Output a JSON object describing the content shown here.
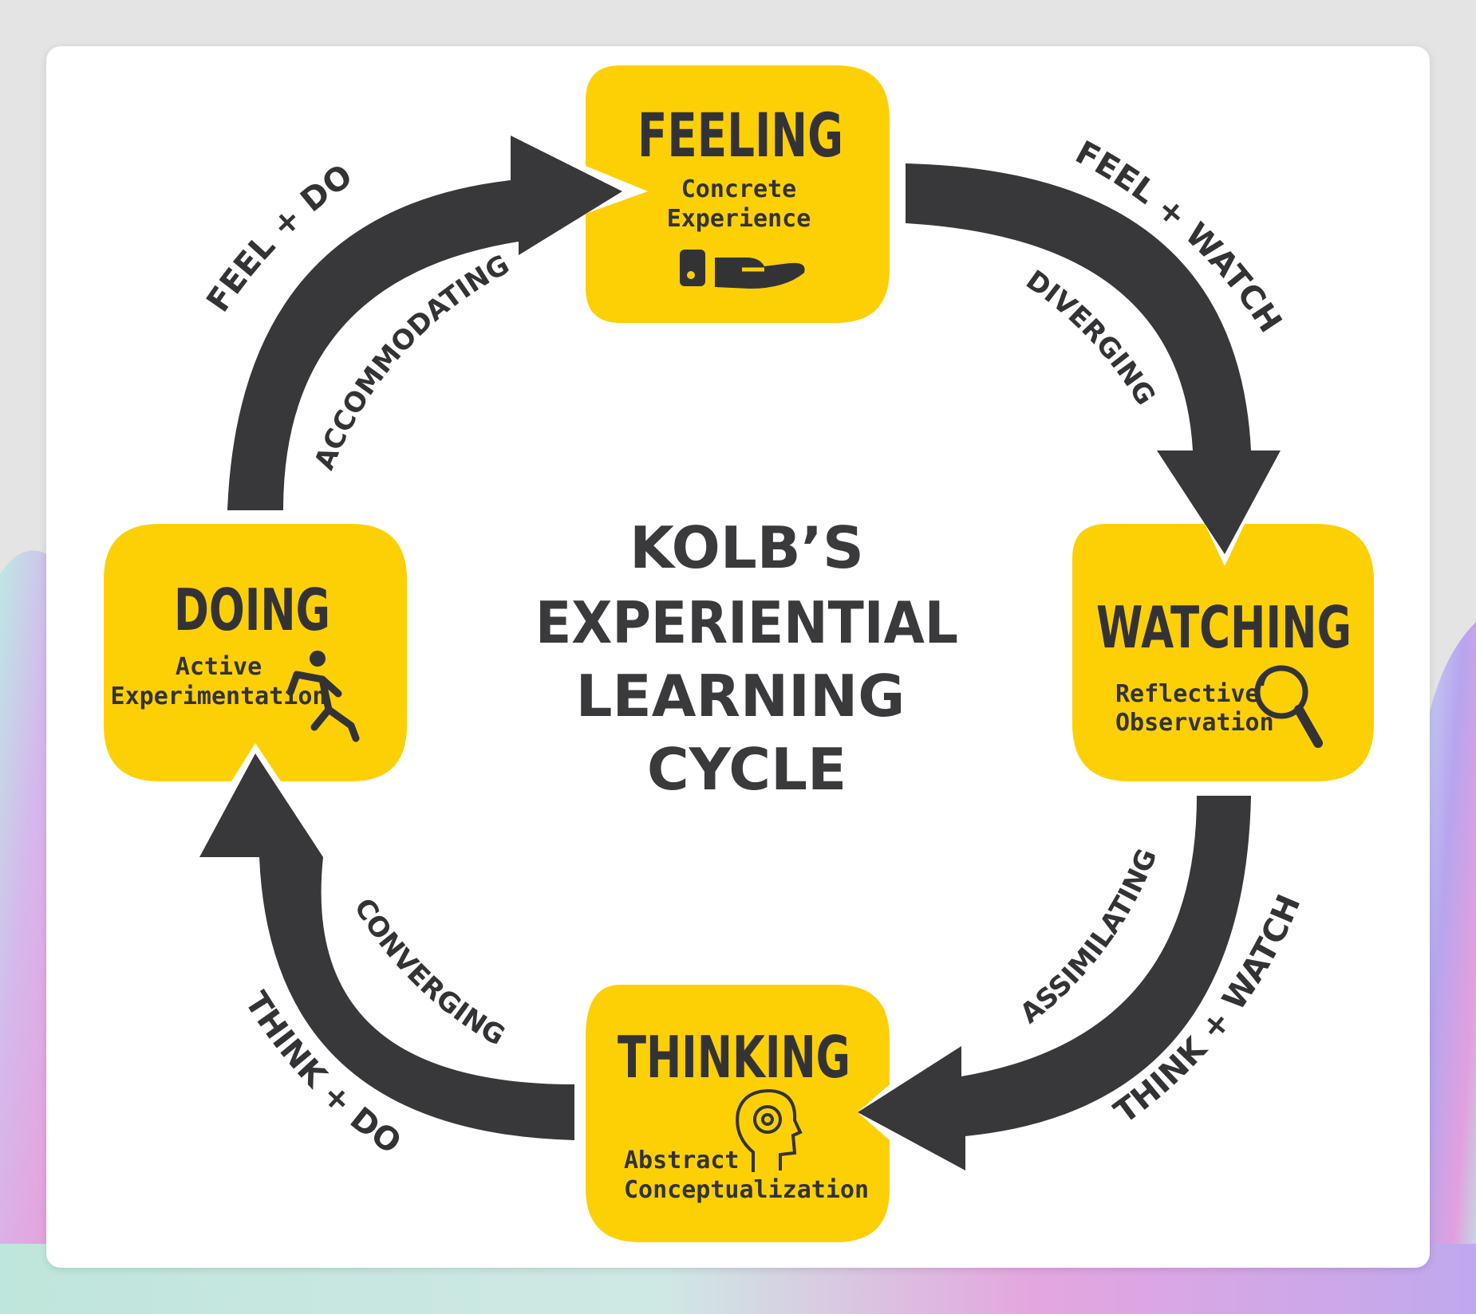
{
  "diagram": {
    "title_lines": [
      "KOLB’S",
      "EXPERIENTIAL",
      "LEARNING",
      "CYCLE"
    ],
    "stages": {
      "feeling": {
        "title": "FEELING",
        "sub": [
          "Concrete",
          "Experience"
        ]
      },
      "watching": {
        "title": "WATCHING",
        "sub": [
          "Reflective",
          "Observation"
        ]
      },
      "thinking": {
        "title": "THINKING",
        "sub": [
          "Abstract",
          "Conceptualization"
        ]
      },
      "doing": {
        "title": "DOING",
        "sub": [
          "Active",
          "Experimentation"
        ]
      }
    },
    "arcs": {
      "accommodating": {
        "outer": "FEEL + DO",
        "inner": "ACCOMMODATING"
      },
      "diverging": {
        "outer": "FEEL + WATCH",
        "inner": "DIVERGING"
      },
      "assimilating": {
        "outer": "THINK + WATCH",
        "inner": "ASSIMILATING"
      },
      "converging": {
        "outer": "THINK + DO",
        "inner": "CONVERGING"
      }
    },
    "icons": {
      "feeling": "hand-icon",
      "watching": "magnifier-icon",
      "thinking": "head-gear-icon",
      "doing": "running-person-icon"
    },
    "colors": {
      "box": "#FDD006",
      "arrow": "#38383B",
      "text": "#333336",
      "card": "#FFFFFF"
    }
  }
}
